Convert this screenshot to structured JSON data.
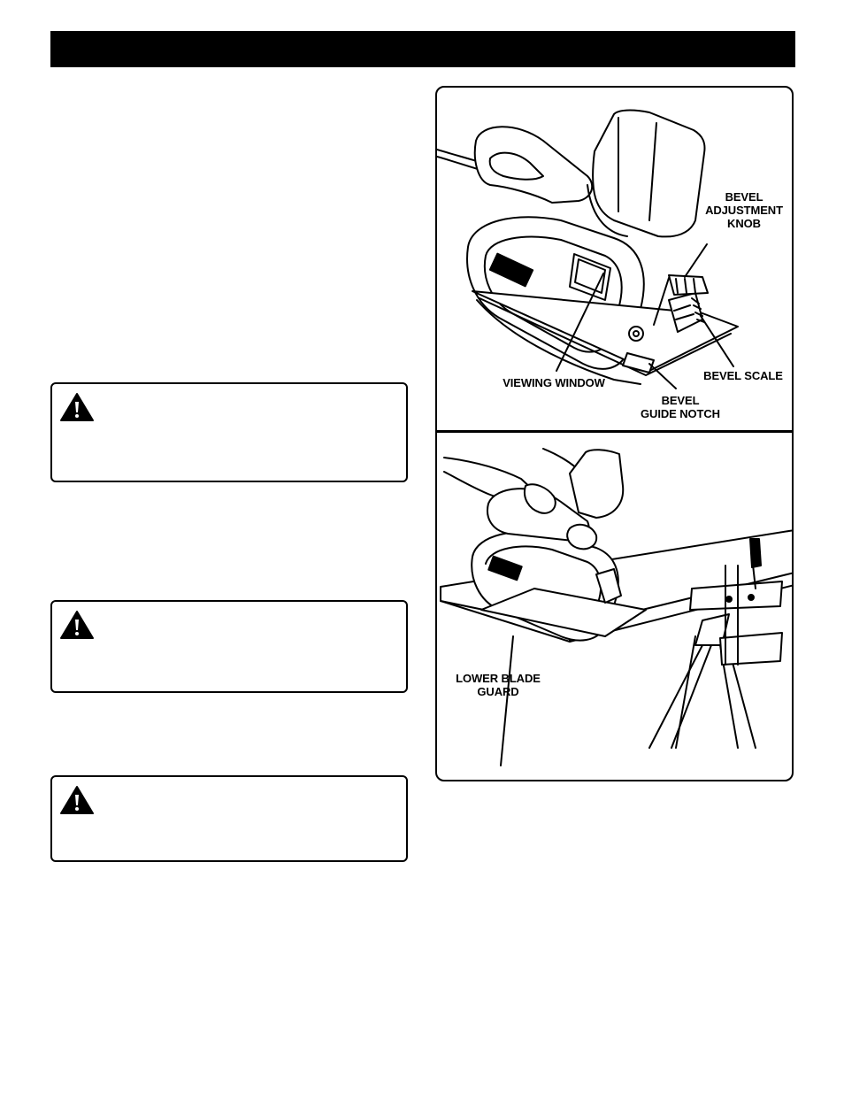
{
  "callouts": {
    "bevel_adjustment_knob": "BEVEL\nADJUSTMENT\nKNOB",
    "viewing_window": "VIEWING WINDOW",
    "bevel_scale": "BEVEL SCALE",
    "bevel_guide_notch": "BEVEL\nGUIDE NOTCH",
    "lower_blade_guard": "LOWER BLADE\nGUARD"
  },
  "icons": {
    "warning": "warning-triangle-icon"
  },
  "colors": {
    "ink": "#000000",
    "paper": "#ffffff"
  }
}
